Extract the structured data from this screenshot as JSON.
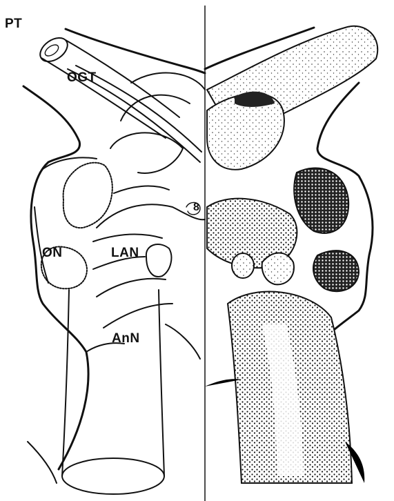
{
  "labels": {
    "pt": "PT",
    "ogt": "OGT",
    "on": "ON",
    "lan": "LAN",
    "ann": "AnN",
    "eight": "8"
  },
  "colors": {
    "ink": "#111111",
    "paper": "#ffffff"
  }
}
